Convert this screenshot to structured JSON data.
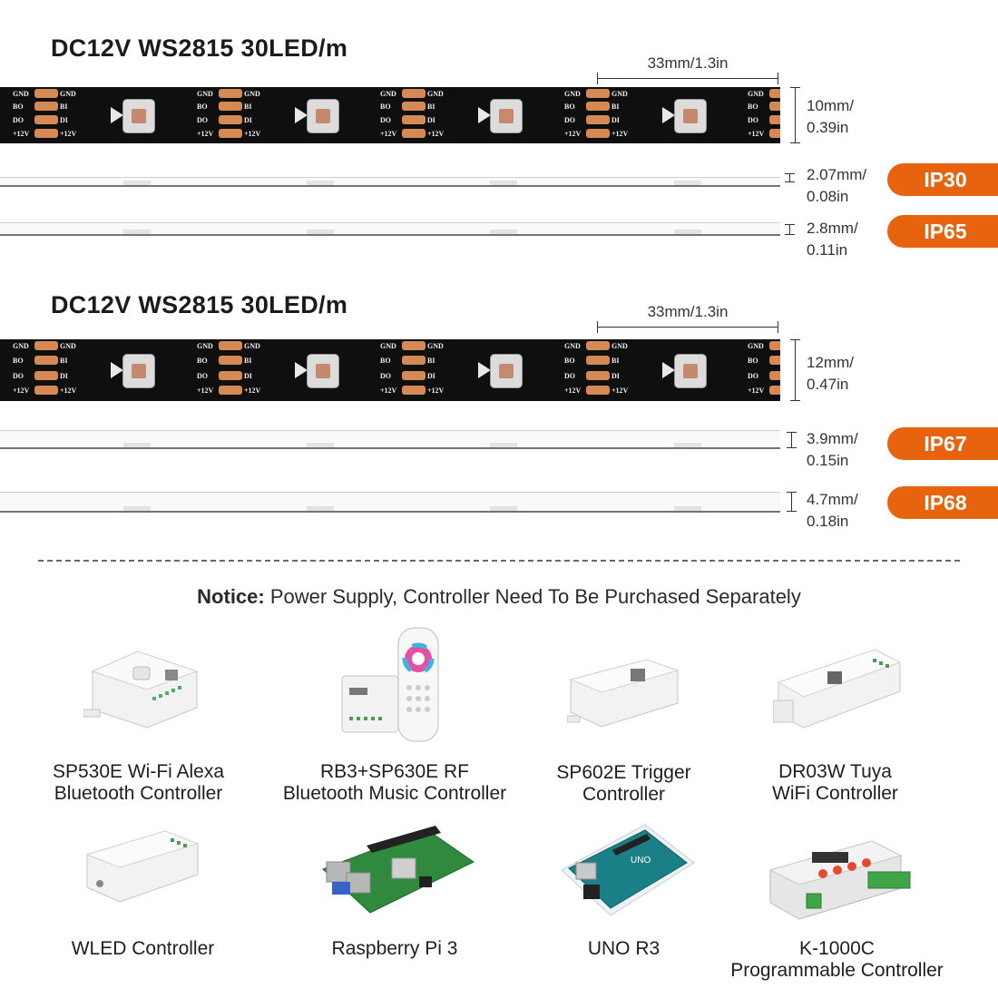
{
  "section1": {
    "title": "DC12V WS2815 30LED/m",
    "spacing": "33mm/1.3in",
    "width": [
      "10mm/",
      "0.39in"
    ],
    "ip30": {
      "dim": [
        "2.07mm/",
        "0.08in"
      ],
      "badge": "IP30"
    },
    "ip65": {
      "dim": [
        "2.8mm/",
        "0.11in"
      ],
      "badge": "IP65"
    }
  },
  "section2": {
    "title": "DC12V WS2815 30LED/m",
    "spacing": "33mm/1.3in",
    "width": [
      "12mm/",
      "0.47in"
    ],
    "ip67": {
      "dim": [
        "3.9mm/",
        "0.15in"
      ],
      "badge": "IP67"
    },
    "ip68": {
      "dim": [
        "4.7mm/",
        "0.18in"
      ],
      "badge": "IP68"
    }
  },
  "pads": {
    "gnd": "GND",
    "bo": "BO",
    "bi": "BI",
    "do": "DO",
    "di": "DI",
    "v12": "+12V"
  },
  "notice": {
    "label": "Notice:",
    "text": "Power Supply, Controller Need To Be Purchased Separately"
  },
  "controllers": [
    {
      "line1": "SP530E Wi-Fi Alexa",
      "line2": "Bluetooth Controller"
    },
    {
      "line1": "RB3+SP630E RF",
      "line2": "Bluetooth Music Controller"
    },
    {
      "line1": "SP602E Trigger",
      "line2": "Controller"
    },
    {
      "line1": "DR03W Tuya",
      "line2": "WiFi Controller"
    },
    {
      "line1": "WLED Controller",
      "line2": ""
    },
    {
      "line1": "Raspberry Pi 3",
      "line2": ""
    },
    {
      "line1": "UNO R3",
      "line2": ""
    },
    {
      "line1": "K-1000C",
      "line2": "Programmable Controller"
    }
  ],
  "colors": {
    "accent": "#e8630d",
    "strip": "#0f0f0f",
    "pad": "#d58a55"
  }
}
